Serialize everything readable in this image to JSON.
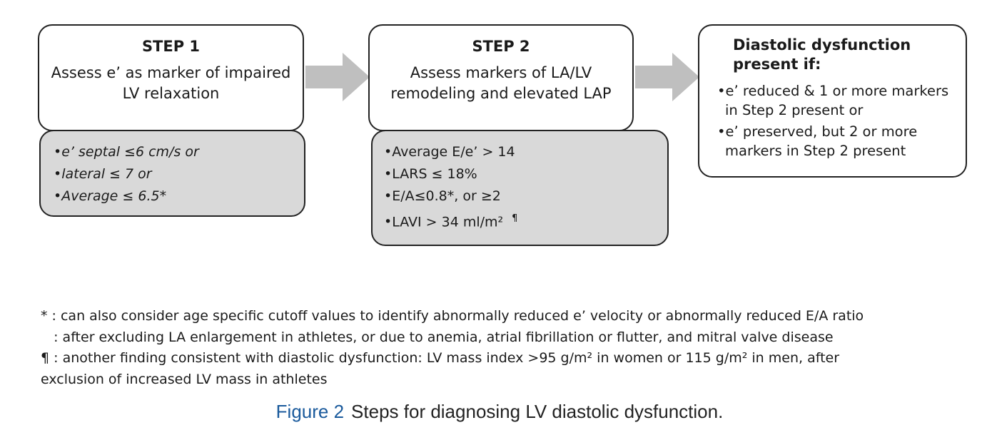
{
  "step1": {
    "title": "STEP 1",
    "text": "Assess e’ as marker of impaired LV relaxation",
    "criteria": [
      "e’ septal ≤6 cm/s or",
      "lateral ≤ 7 or",
      "Average ≤ 6.5*"
    ]
  },
  "step2": {
    "title": "STEP 2",
    "text": "Assess markers of LA/LV remodeling and elevated LAP",
    "criteria": [
      "Average E/e’ > 14",
      "LARS ≤ 18%",
      "E/A≤0.8*, or  ≥2",
      "LAVI > 34 ml/m²"
    ],
    "lavi_mark": "¶"
  },
  "result": {
    "title": "Diastolic dysfunction present if:",
    "items": [
      "e’ reduced & 1 or more markers in Step 2 present or",
      "e’ preserved, but 2 or more markers in Step 2 present"
    ]
  },
  "footnotes": [
    "* : can also consider age specific cutoff values to identify abnormally reduced e’ velocity or abnormally reduced E/A ratio",
    "   : after excluding LA enlargement in athletes, or due to anemia, atrial fibrillation or flutter, and mitral valve disease",
    "¶ : another finding consistent with diastolic dysfunction: LV mass index >95 g/m² in women or 115 g/m² in men, after exclusion of increased LV mass in athletes"
  ],
  "caption": {
    "label": "Figure 2",
    "text": "Steps for diagnosing LV diastolic dysfunction."
  },
  "colors": {
    "arrow": "#bfbfbf",
    "panel_gray": "#d9d9d9",
    "caption_label": "#1a5a9c"
  }
}
